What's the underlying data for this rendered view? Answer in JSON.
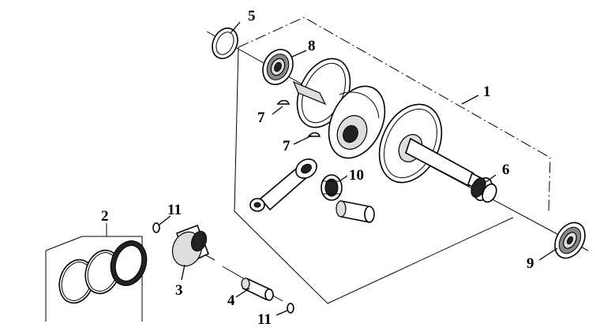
{
  "callouts": {
    "c1": "1",
    "c2": "2",
    "c3": "3",
    "c4": "4",
    "c5": "5",
    "c6": "6",
    "c7a": "7",
    "c7b": "7",
    "c8": "8",
    "c9": "9",
    "c10": "10",
    "c11a": "11",
    "c11b": "11"
  }
}
